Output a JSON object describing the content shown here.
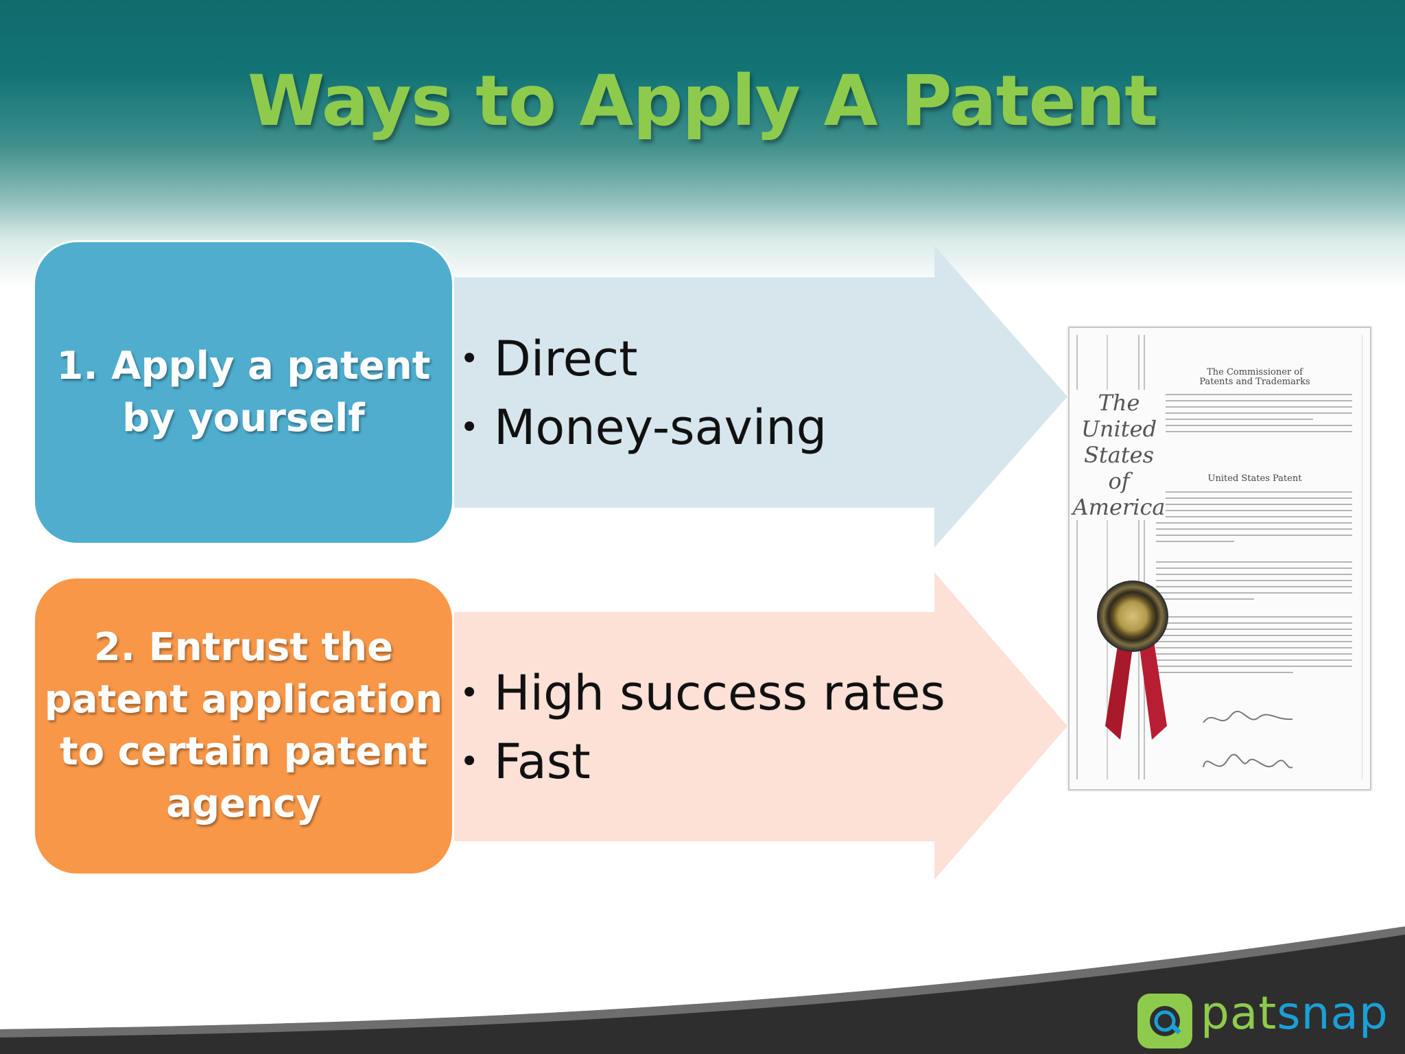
{
  "title": "Ways to Apply A Patent",
  "options": [
    {
      "label": "1. Apply a patent by yourself",
      "label_lines": [
        "1. Apply a patent",
        "by yourself"
      ],
      "box_color": "#4fadce",
      "arrow_color": "#d6e6ec",
      "bullets": [
        "Direct",
        "Money-saving"
      ]
    },
    {
      "label": "2. Entrust the patent application to certain patent agency",
      "label_lines": [
        "2. Entrust the",
        "patent application",
        "to certain patent",
        "agency"
      ],
      "box_color": "#f89748",
      "arrow_color": "#fde0d6",
      "bullets": [
        "High success rates",
        "Fast"
      ]
    }
  ],
  "bullet_glyph": "•",
  "certificate": {
    "heading_lines": [
      "The",
      "United",
      "States",
      "of",
      "America"
    ],
    "commissioner_lines": [
      "The Commissioner of",
      "Patents and Trademarks"
    ],
    "patent_title": "United States Patent"
  },
  "logo": {
    "text_a": "pat",
    "text_b": "snap",
    "color_a": "#8ecb4c",
    "color_b": "#1aa0d5"
  }
}
